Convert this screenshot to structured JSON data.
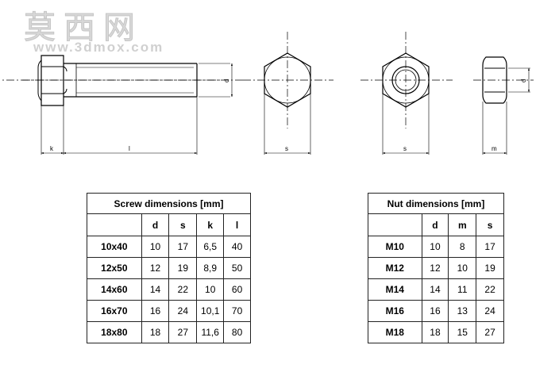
{
  "watermark": {
    "chinese": "莫西网",
    "url": "www.3dmox.com"
  },
  "drawing_labels": {
    "screw_k": "k",
    "screw_l": "l",
    "screw_d": "d",
    "head_s": "s",
    "nut_s": "s",
    "nut_m": "m",
    "nut_d": "d"
  },
  "screw_table": {
    "title": "Screw dimensions [mm]",
    "columns": [
      "",
      "d",
      "s",
      "k",
      "l"
    ],
    "rows": [
      {
        "label": "10x40",
        "values": [
          "10",
          "17",
          "6,5",
          "40"
        ]
      },
      {
        "label": "12x50",
        "values": [
          "12",
          "19",
          "8,9",
          "50"
        ]
      },
      {
        "label": "14x60",
        "values": [
          "14",
          "22",
          "10",
          "60"
        ]
      },
      {
        "label": "16x70",
        "values": [
          "16",
          "24",
          "10,1",
          "70"
        ]
      },
      {
        "label": "18x80",
        "values": [
          "18",
          "27",
          "11,6",
          "80"
        ]
      }
    ]
  },
  "nut_table": {
    "title": "Nut dimensions [mm]",
    "columns": [
      "",
      "d",
      "m",
      "s"
    ],
    "rows": [
      {
        "label": "M10",
        "values": [
          "10",
          "8",
          "17"
        ]
      },
      {
        "label": "M12",
        "values": [
          "12",
          "10",
          "19"
        ]
      },
      {
        "label": "M14",
        "values": [
          "14",
          "11",
          "22"
        ]
      },
      {
        "label": "M16",
        "values": [
          "16",
          "13",
          "24"
        ]
      },
      {
        "label": "M18",
        "values": [
          "18",
          "15",
          "27"
        ]
      }
    ]
  }
}
